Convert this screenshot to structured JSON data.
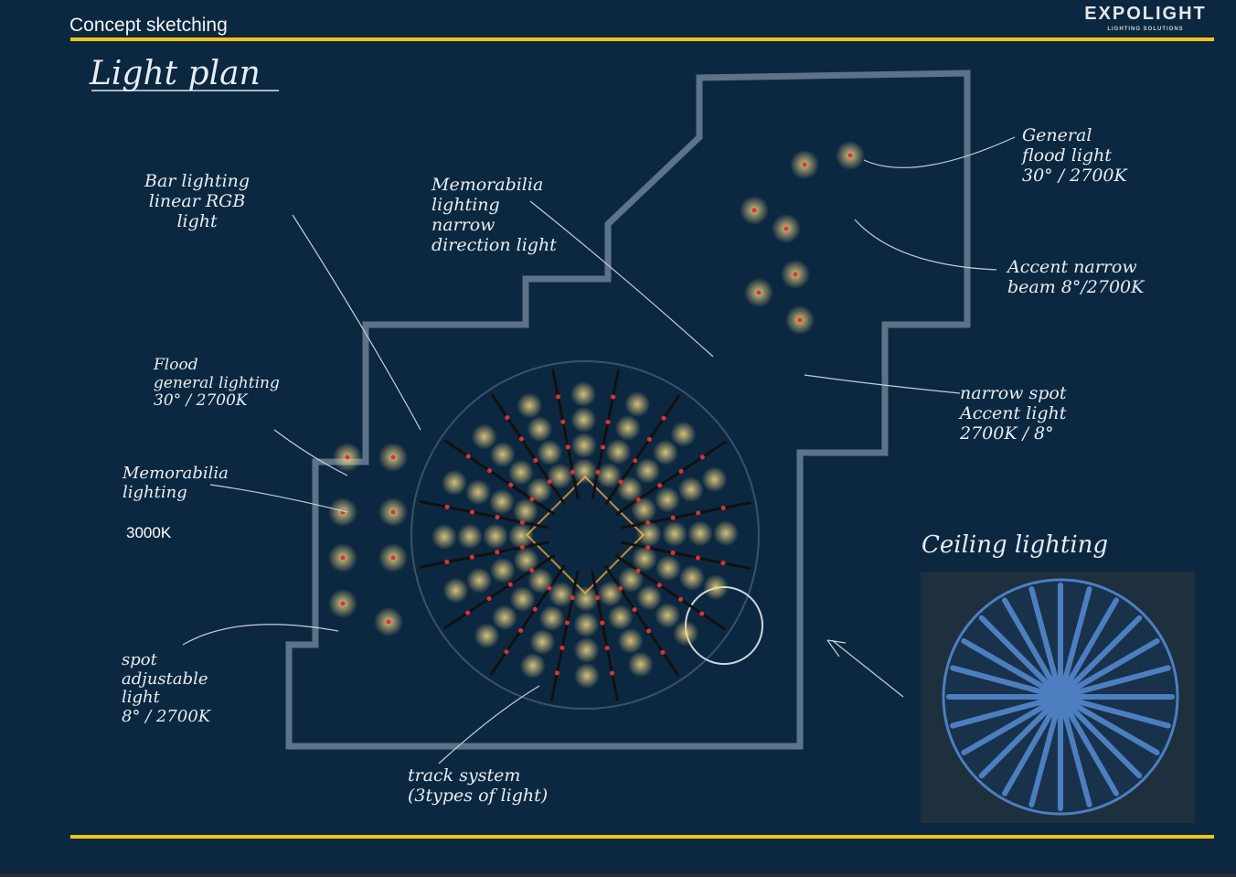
{
  "header": {
    "section_title": "Concept sketching",
    "logo": {
      "brand": "EXPOLIGHT",
      "tagline": "LIGHTING SOLUTIONS"
    }
  },
  "main": {
    "title": "Light plan",
    "annotations": {
      "bar": "Bar lighting\nlinear RGB\nlight",
      "memorabilia_top": "Memorabilia\nlighting\nnarrow\ndirection light",
      "general_flood": "General\nflood light\n30° / 2700K",
      "accent_beam": "Accent narrow\nbeam 8°/2700K",
      "flood_general": "Flood\ngeneral lighting\n30° / 2700K",
      "narrow_spot": "narrow spot\nAccent light\n2700K / 8°",
      "memorabilia_left": "Memorabilia\nlighting",
      "cct": "3000K",
      "spot": "spot\nadjustable\nlight\n8° / 2700K",
      "track": "track system\n(3types of light)"
    },
    "ceiling": {
      "title": "Ceiling lighting"
    }
  },
  "colors": {
    "background": "#0c2841",
    "accent": "#f2c614",
    "plan_wall": "#5d7388",
    "glow": "#f5d479",
    "ceiling_beam": "#4d7fc0"
  }
}
